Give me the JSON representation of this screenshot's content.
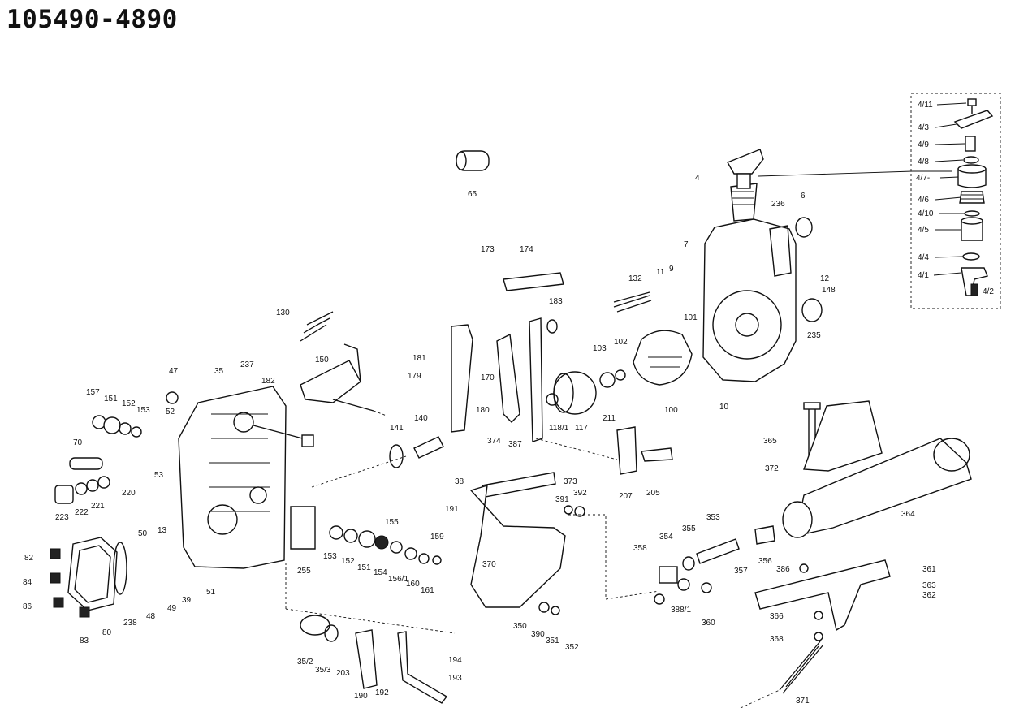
{
  "title": "105490-4890",
  "labels": [
    "4/11",
    "4/3",
    "4/9",
    "4/8",
    "4",
    "4/7-",
    "4/6",
    "4/10",
    "4/5",
    "4/4",
    "4/1",
    "4/2",
    "65",
    "236",
    "6",
    "7",
    "12",
    "148",
    "11",
    "9",
    "132",
    "173",
    "174",
    "183",
    "130",
    "101",
    "103",
    "102",
    "235",
    "181",
    "170",
    "47",
    "35",
    "237",
    "182",
    "150",
    "179",
    "180",
    "118/1",
    "117",
    "100",
    "10",
    "157",
    "151",
    "152",
    "153",
    "52",
    "70",
    "53",
    "141",
    "140",
    "374",
    "387",
    "211",
    "365",
    "372",
    "220",
    "222",
    "221",
    "223",
    "38",
    "373",
    "207",
    "205",
    "391",
    "392",
    "191",
    "364",
    "155",
    "159",
    "82",
    "50",
    "13",
    "153",
    "152",
    "151",
    "154",
    "156/1",
    "160",
    "161",
    "255",
    "353",
    "354",
    "358",
    "355",
    "356",
    "357",
    "386",
    "361",
    "363",
    "362",
    "84",
    "48",
    "49",
    "39",
    "51",
    "370",
    "388/1",
    "360",
    "86",
    "83",
    "80",
    "238",
    "350",
    "390",
    "351",
    "352",
    "366",
    "368",
    "35/2",
    "35/3",
    "203",
    "190",
    "192",
    "194",
    "193",
    "371"
  ]
}
